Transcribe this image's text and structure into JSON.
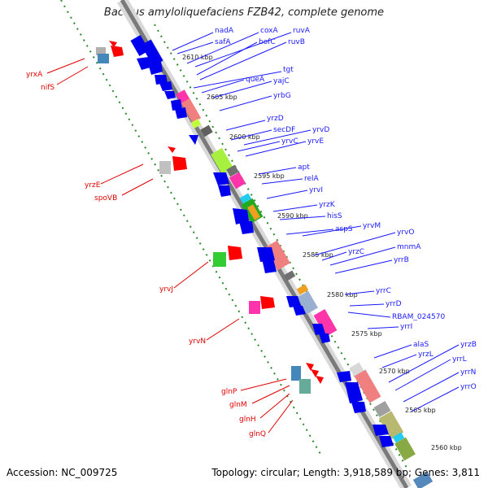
{
  "title": "Bacillus amyloliquefaciens FZB42, complete genome",
  "footer": {
    "accession": "Accession: NC_009725",
    "topology": "Topology: circular; Length: 3,918,589 bp; Genes: 3,811"
  },
  "ruler_labels": [
    "2610 kbp",
    "2605 kbp",
    "2600 kbp",
    "2595 kbp",
    "2590 kbp",
    "2585 kbp",
    "2580 kbp",
    "2575 kbp",
    "2570 kbp",
    "2565 kbp",
    "2560 kbp"
  ],
  "right_labels": [
    "nadA",
    "safA",
    "coxA",
    "ruvA",
    "bofC",
    "ruvB",
    "tgt",
    "queA",
    "yajC",
    "yrbG",
    "yrzD",
    "secDF",
    "yrvD",
    "yrvC",
    "yrvE",
    "apt",
    "relA",
    "yrvI",
    "yrzK",
    "hisS",
    "aspS",
    "yrvM",
    "yrvO",
    "yrzC",
    "mnmA",
    "yrrB",
    "yrrC",
    "yrrD",
    "RBAM_024570",
    "yrrI",
    "alaS",
    "yrzL",
    "yrzB",
    "yrrL",
    "yrrN",
    "yrrO"
  ],
  "left_labels": [
    "yrxA",
    "nifS",
    "yrzE",
    "spoVB",
    "yrvJ",
    "yrvN",
    "glnP",
    "glnM",
    "glnH",
    "glnQ"
  ],
  "colors": {
    "right_label": "#1a1aff",
    "left_label": "#e00000",
    "backbone": "#808080",
    "forward_gene": "#0000ee",
    "reverse_gene": "#ff0000",
    "grid": "#228822"
  }
}
